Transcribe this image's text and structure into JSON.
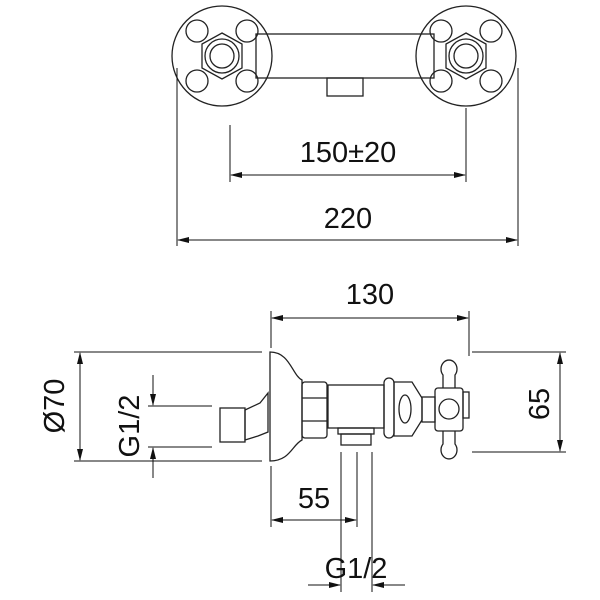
{
  "top_view": {
    "dim_center_distance": "150±20",
    "dim_overall_width": "220"
  },
  "side_view": {
    "dim_depth": "130",
    "dim_escutcheon_diameter": "Ø70",
    "dim_inlet_thread": "G1/2",
    "dim_height": "65",
    "dim_outlet_offset": "55",
    "dim_outlet_thread": "G1/2"
  },
  "colors": {
    "line": "#111111",
    "background": "#ffffff"
  }
}
